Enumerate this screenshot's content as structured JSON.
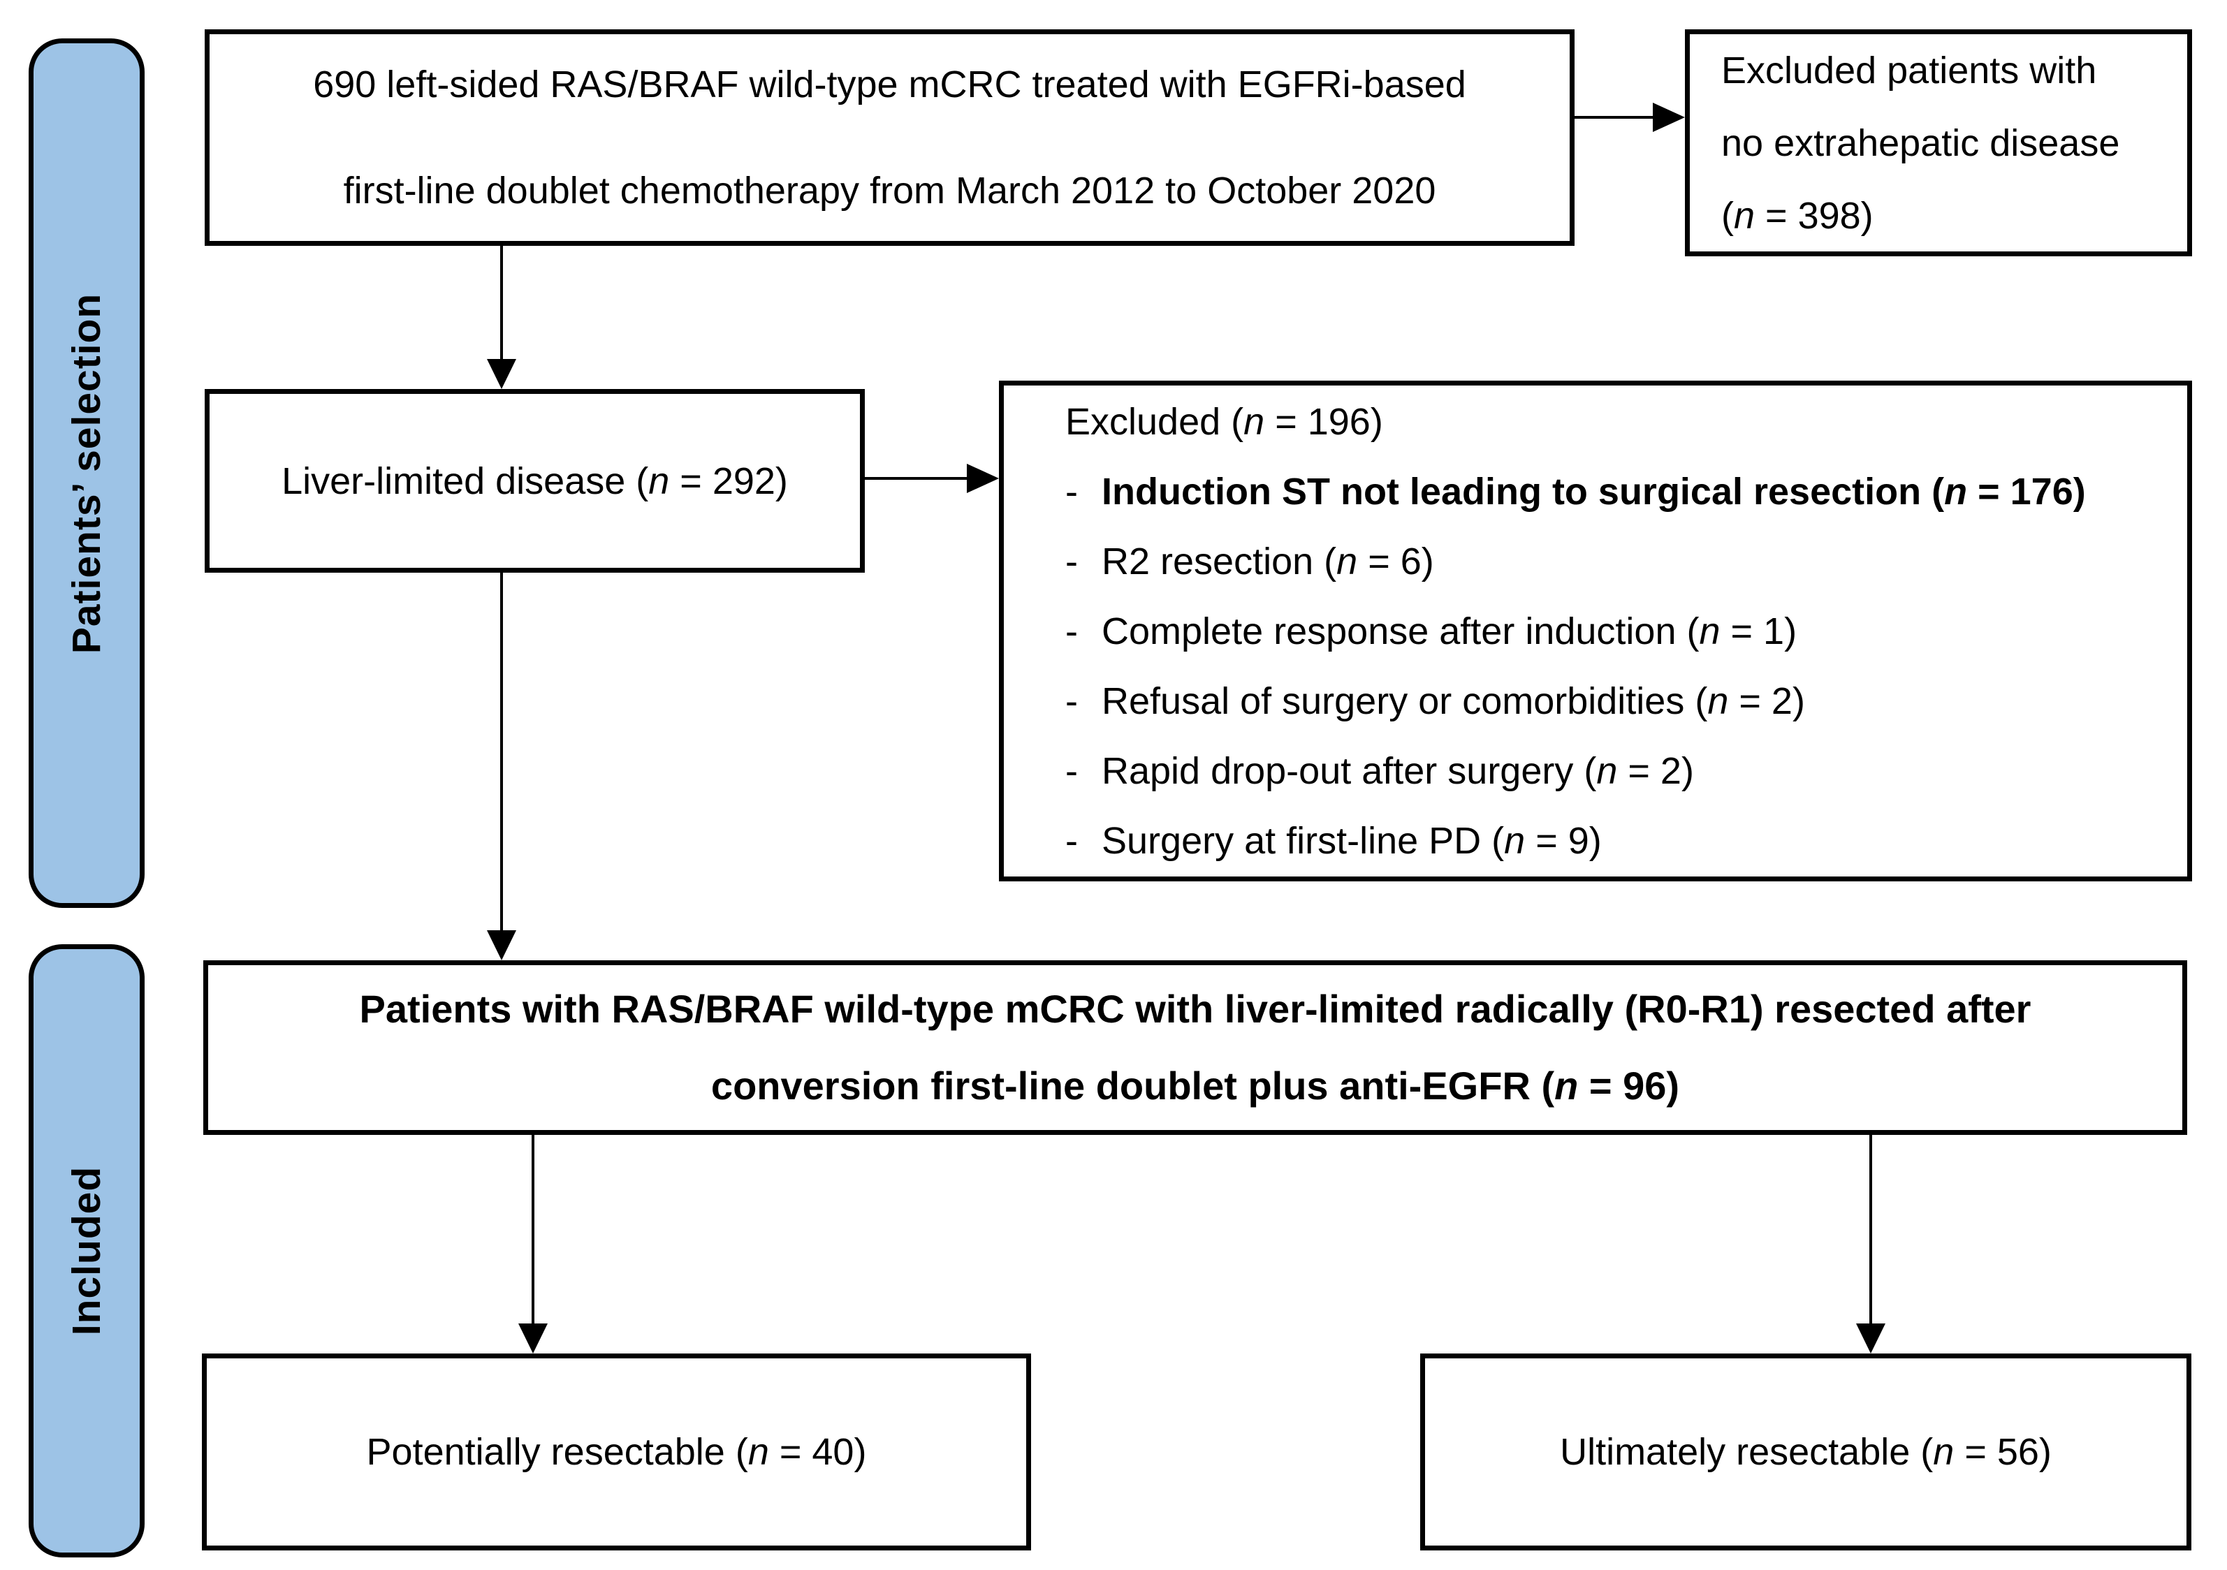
{
  "palette": {
    "rail_fill": "#9DC3E6",
    "line_color": "#000000",
    "background": "#FFFFFF"
  },
  "rails": {
    "selection": "Patients’ selection",
    "included": "Included"
  },
  "boxes": {
    "source": {
      "line1": "690 left-sided RAS/BRAF wild-type mCRC treated with EGFRi-based",
      "line2": "first-line doublet chemotherapy from March 2012 to October 2020"
    },
    "excluded_top": {
      "line1": "Excluded patients with",
      "line2": "no extrahepatic disease",
      "line3_pre": "(",
      "line3_n": "n",
      "line3_post": " = 398)"
    },
    "liver": {
      "pre": "Liver-limited disease (",
      "n": "n",
      "post": " = 292)"
    },
    "excluded_list": {
      "header": {
        "pre": "Excluded (",
        "n": "n",
        "post": " = 196)"
      },
      "items": [
        {
          "bullet": "-",
          "pre": "Induction ST not leading to surgical resection (",
          "n": "n",
          "post": " = 176)"
        },
        {
          "bullet": "-",
          "pre": "R2 resection (",
          "n": "n",
          "post": " = 6)"
        },
        {
          "bullet": "-",
          "pre": "Complete response after induction (",
          "n": "n",
          "post": " = 1)"
        },
        {
          "bullet": "-",
          "pre": "Refusal of surgery or comorbidities (",
          "n": "n",
          "post": " = 2)"
        },
        {
          "bullet": "-",
          "pre": "Rapid drop-out after surgery (",
          "n": "n",
          "post": " = 2)"
        },
        {
          "bullet": "-",
          "pre": "Surgery at first-line PD (",
          "n": "n",
          "post": " = 9)"
        }
      ]
    },
    "included": {
      "line1": "Patients with RAS/BRAF wild-type mCRC with liver-limited radically (R0-R1) resected after",
      "line2_pre": "conversion first-line doublet plus anti-EGFR (",
      "line2_n": "n",
      "line2_post": " = 96)"
    },
    "potential": {
      "pre": "Potentially resectable (",
      "n": "n",
      "post": " = 40)"
    },
    "ultimate": {
      "pre": "Ultimately resectable (",
      "n": "n",
      "post": " = 56)"
    }
  }
}
